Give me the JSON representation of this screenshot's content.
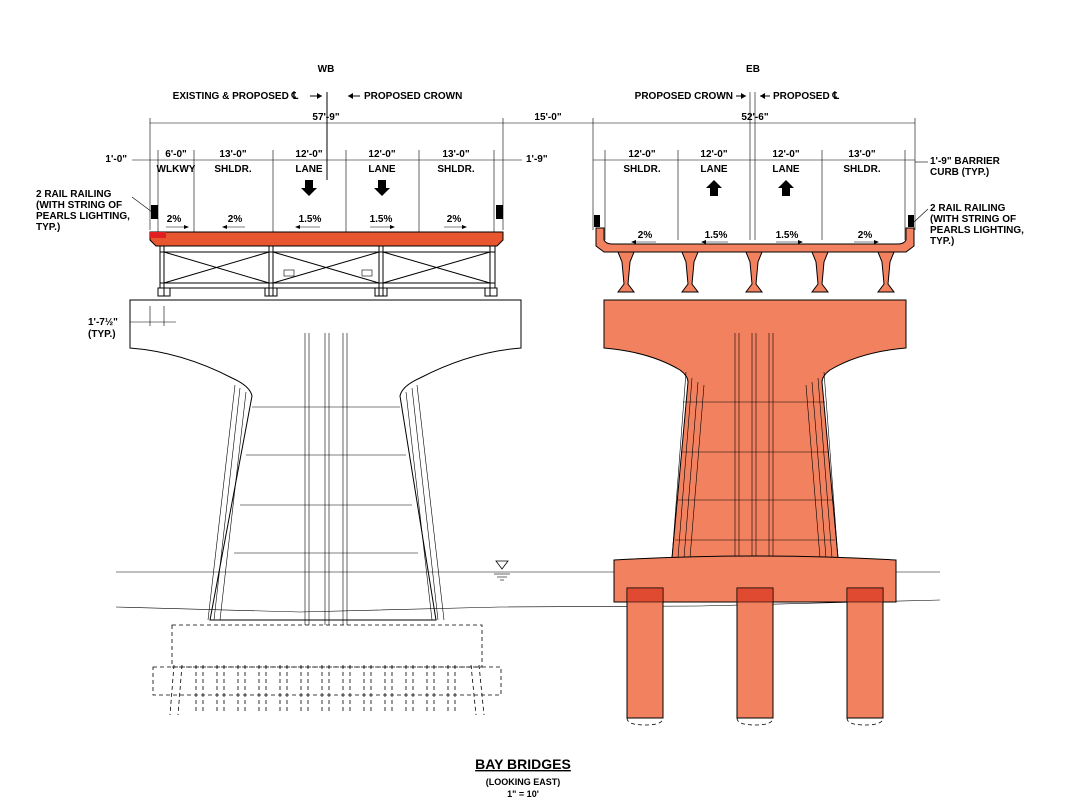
{
  "colors": {
    "concrete_highlight": "#F2825F",
    "deck_highlight": "#E8562F",
    "line": "#000000",
    "background": "#FFFFFF"
  },
  "wb": {
    "label": "WB",
    "crown_left_label": "EXISTING & PROPOSED ℄",
    "crown_right_label": "PROPOSED CROWN",
    "overall_width": "57'-9\"",
    "left_offset": "1'-0\"",
    "right_offset": "1'-9\"",
    "overhang_dim": "1'-7½\"",
    "overhang_typ": "(TYP.)",
    "railing_note": [
      "2 RAIL RAILING",
      "(WITH STRING OF",
      "PEARLS LIGHTING,",
      "TYP.)"
    ],
    "lanes": [
      {
        "width": "6'-0\"",
        "label": "WLKWY",
        "slope": "2%",
        "arrow": "none"
      },
      {
        "width": "13'-0\"",
        "label": "SHLDR.",
        "slope": "2%",
        "arrow": "none"
      },
      {
        "width": "12'-0\"",
        "label": "LANE",
        "slope": "1.5%",
        "arrow": "down"
      },
      {
        "width": "12'-0\"",
        "label": "LANE",
        "slope": "1.5%",
        "arrow": "down"
      },
      {
        "width": "13'-0\"",
        "label": "SHLDR.",
        "slope": "2%",
        "arrow": "none"
      }
    ]
  },
  "gap_width": "15'-0\"",
  "eb": {
    "label": "EB",
    "crown_left_label": "PROPOSED CROWN",
    "crown_right_label": "PROPOSED ℄",
    "overall_width": "52'-6\"",
    "barrier_note": [
      "1'-9\" BARRIER",
      "CURB (TYP.)"
    ],
    "railing_note": [
      "2 RAIL RAILING",
      "(WITH STRING OF",
      "PEARLS LIGHTING,",
      "TYP.)"
    ],
    "lanes": [
      {
        "width": "12'-0\"",
        "label": "SHLDR.",
        "slope": "2%",
        "arrow": "none"
      },
      {
        "width": "12'-0\"",
        "label": "LANE",
        "slope": "1.5%",
        "arrow": "up"
      },
      {
        "width": "12'-0\"",
        "label": "LANE",
        "slope": "1.5%",
        "arrow": "up"
      },
      {
        "width": "13'-0\"",
        "label": "SHLDR.",
        "slope": "2%",
        "arrow": "none"
      }
    ]
  },
  "title": {
    "main": "BAY BRIDGES",
    "sub": "(LOOKING EAST)",
    "scale": "1\" = 10'"
  }
}
